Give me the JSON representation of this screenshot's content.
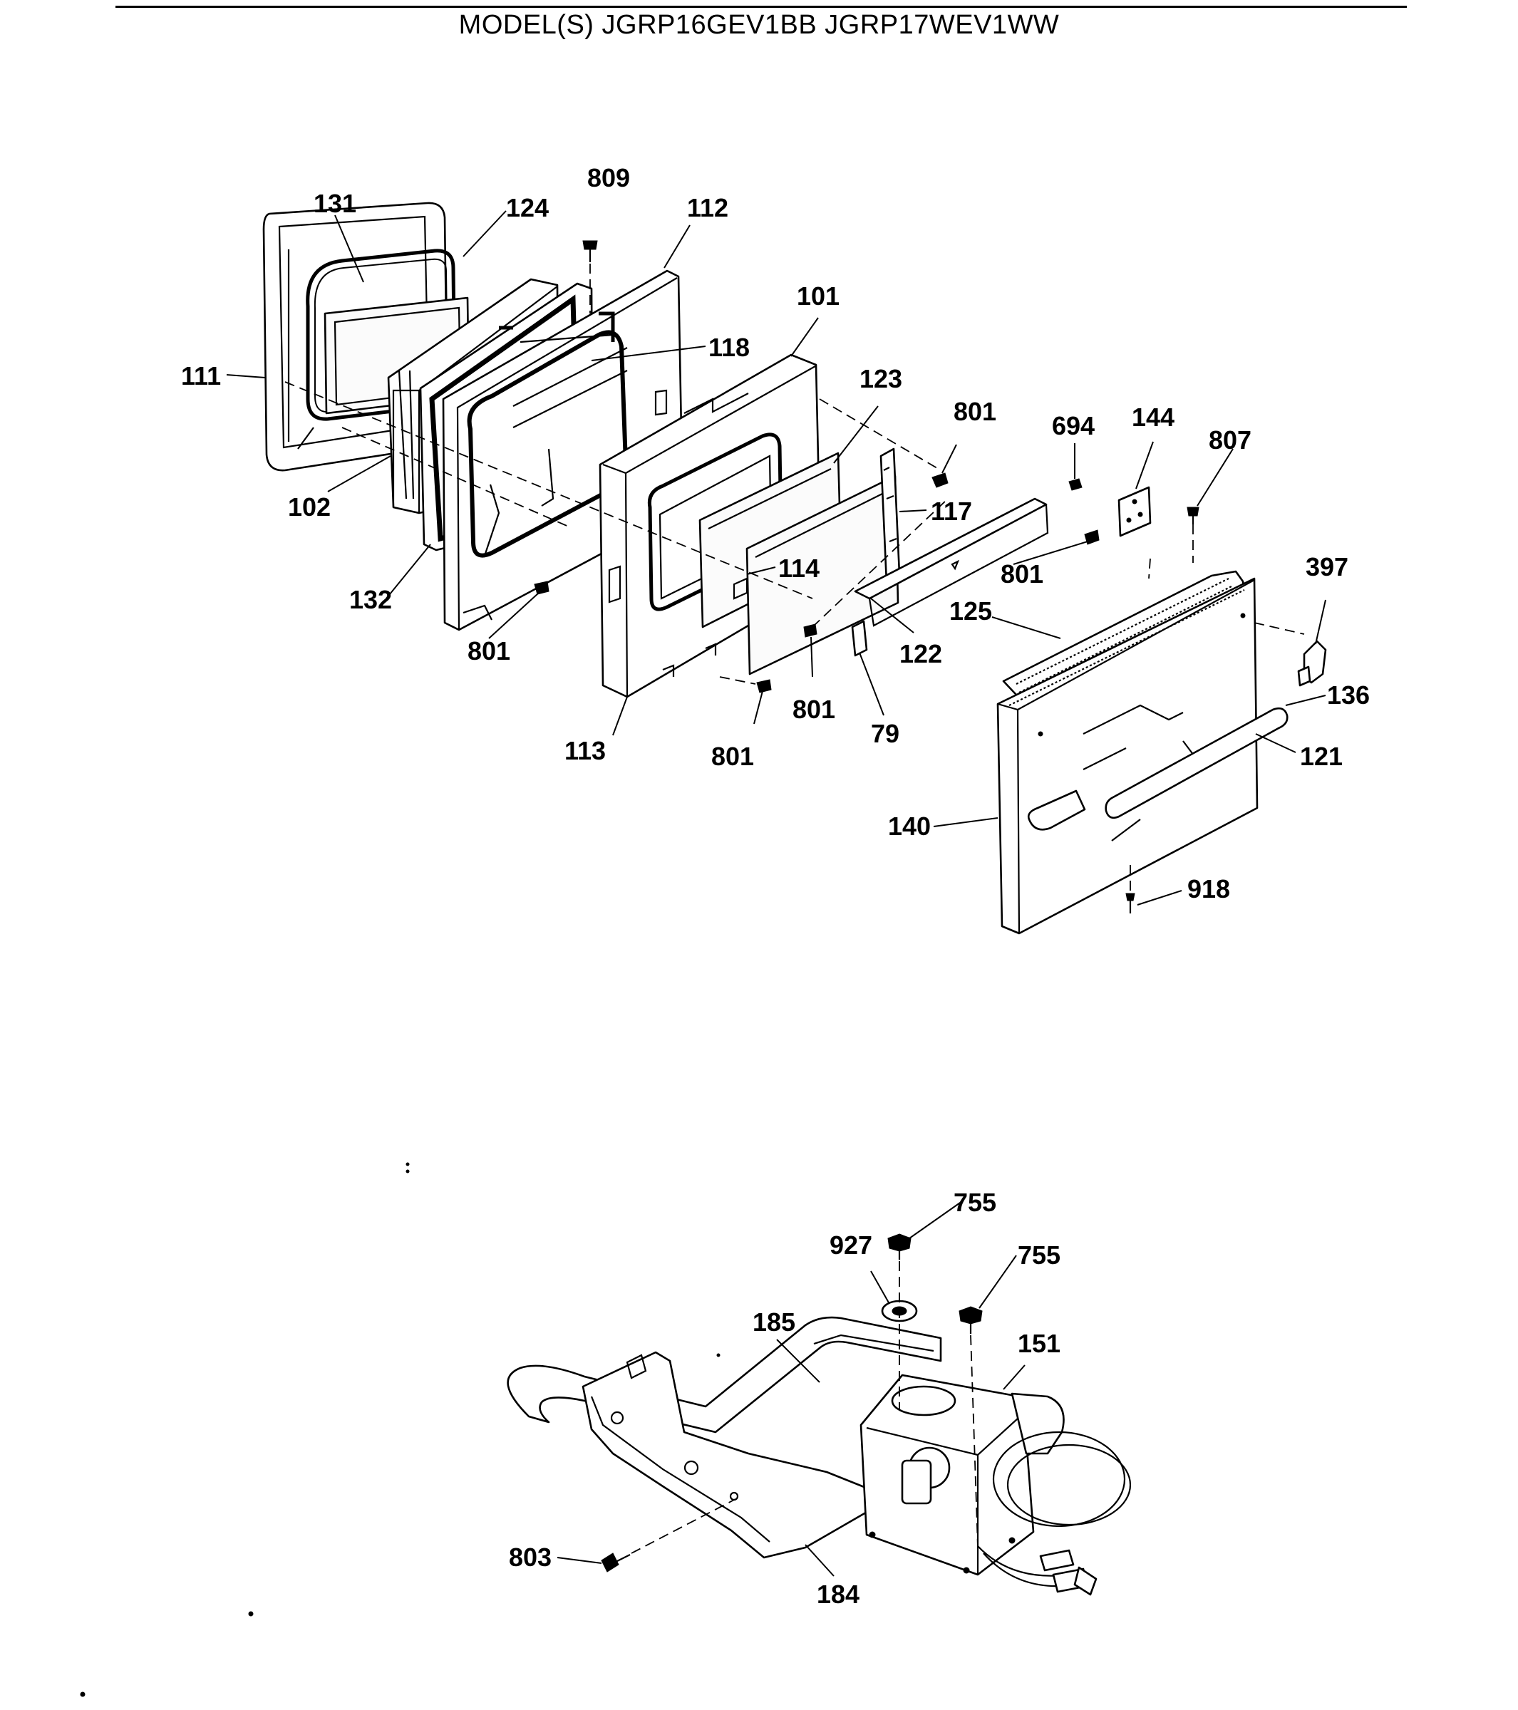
{
  "header": {
    "title": "MODEL(S) JGRP16GEV1BB JGRP17WEV1WW"
  },
  "callouts": {
    "c131": "131",
    "c124": "124",
    "c809": "809",
    "c112": "112",
    "c101": "101",
    "c118": "118",
    "c111": "111",
    "c123": "123",
    "c801a": "801",
    "c694": "694",
    "c144": "144",
    "c807": "807",
    "c117": "117",
    "c102": "102",
    "c114": "114",
    "c801b": "801",
    "c397": "397",
    "c132": "132",
    "c125": "125",
    "c801c": "801",
    "c122": "122",
    "c801d": "801",
    "c136": "136",
    "c79": "79",
    "c121": "121",
    "c113": "113",
    "c801e": "801",
    "c140": "140",
    "c918": "918",
    "c755a": "755",
    "c927": "927",
    "c755b": "755",
    "c185": "185",
    "c151": "151",
    "c803": "803",
    "c184": "184"
  }
}
